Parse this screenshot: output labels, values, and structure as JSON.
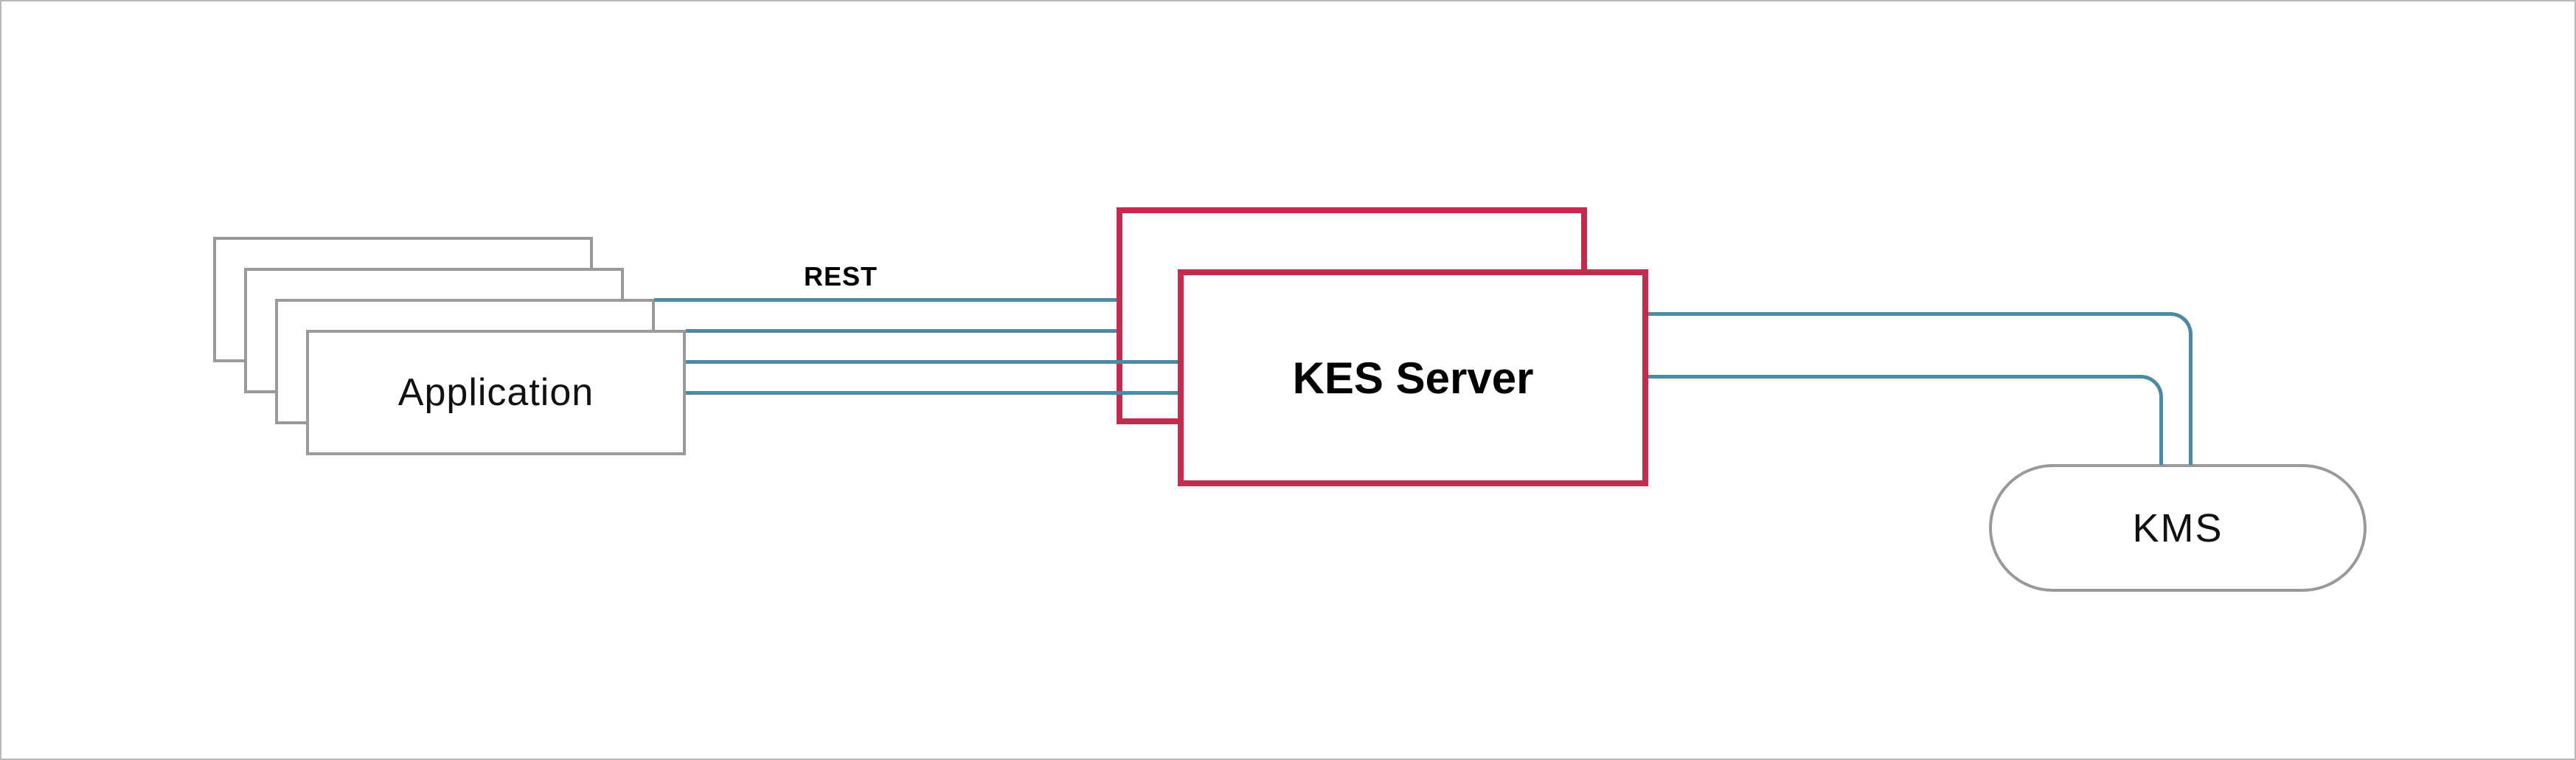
{
  "diagram": {
    "rest_label": "REST",
    "app_stack": {
      "label": "Application",
      "instance_count": 4
    },
    "kes": {
      "label": "KES Server"
    },
    "kms": {
      "label": "KMS"
    }
  },
  "colors": {
    "accent_red": "#C42C4D",
    "line_teal": "#4F89A1",
    "box_gray": "#999999",
    "canvas_border": "#B9B9B9",
    "text": "#111111"
  }
}
